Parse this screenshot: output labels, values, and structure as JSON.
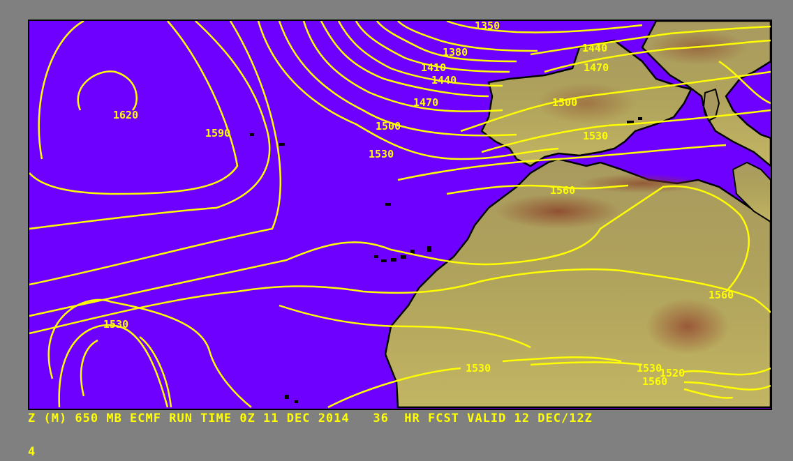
{
  "map": {
    "ocean_color": "#6e00ff",
    "land_color_low": "#b7ab5b",
    "land_color_high": "#8a3e28",
    "contour_color": "#ffff00",
    "coast_color": "#000000"
  },
  "caption": {
    "text": "Z (M) 650 MB ECMF RUN TIME 0Z 11 DEC 2014   36  HR FCST VALID 12 DEC/12Z",
    "page": "4"
  },
  "labels": [
    {
      "id": "l1620",
      "text": "1620"
    },
    {
      "id": "l1590",
      "text": "1590"
    },
    {
      "id": "l1530w",
      "text": "1530"
    },
    {
      "id": "l1350",
      "text": "1350"
    },
    {
      "id": "l1380",
      "text": "1380"
    },
    {
      "id": "l1410",
      "text": "1410"
    },
    {
      "id": "l1440",
      "text": "1440"
    },
    {
      "id": "l1440b",
      "text": "1440"
    },
    {
      "id": "l1470",
      "text": "1470"
    },
    {
      "id": "l1470b",
      "text": "1470"
    },
    {
      "id": "l1500",
      "text": "1500"
    },
    {
      "id": "l1500b",
      "text": "1500"
    },
    {
      "id": "l1530",
      "text": "1530"
    },
    {
      "id": "l1530b",
      "text": "1530"
    },
    {
      "id": "l1560",
      "text": "1560"
    },
    {
      "id": "l1560b",
      "text": "1560"
    },
    {
      "id": "l1530s",
      "text": "1530"
    },
    {
      "id": "l1530se",
      "text": "1530"
    },
    {
      "id": "l1560se",
      "text": "1560"
    },
    {
      "id": "l1520",
      "text": "1520"
    }
  ]
}
